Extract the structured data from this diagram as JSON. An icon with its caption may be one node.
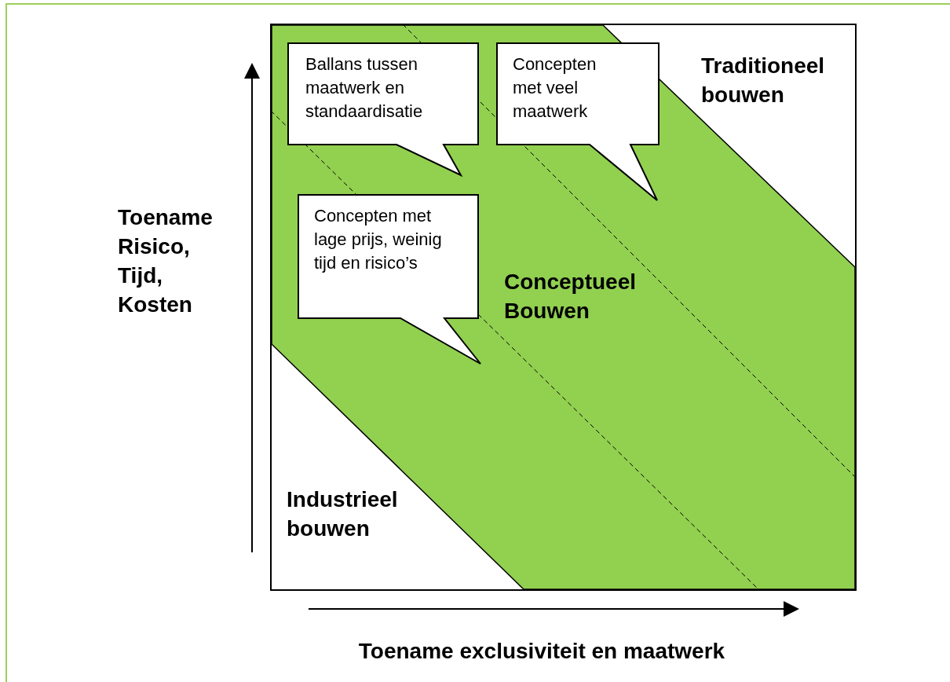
{
  "diagram": {
    "nodes": [
      {
        "text": [
          "Ballans tussen maatwerk en standaardisatie"
        ]
      },
      {
        "text": [
          "Concepten met veel maatwerk"
        ]
      },
      {
        "text": [
          "Concepten met lage prijs, weinig tijd en risico’s"
        ]
      }
    ],
    "labels": [
      "Toename Risico, Tijd, Kosten",
      "Traditioneel bouwen",
      "Conceptueel Bouwen",
      "Industrieel bouwen",
      "Toename exclusiviteit en maatwerk"
    ]
  }
}
